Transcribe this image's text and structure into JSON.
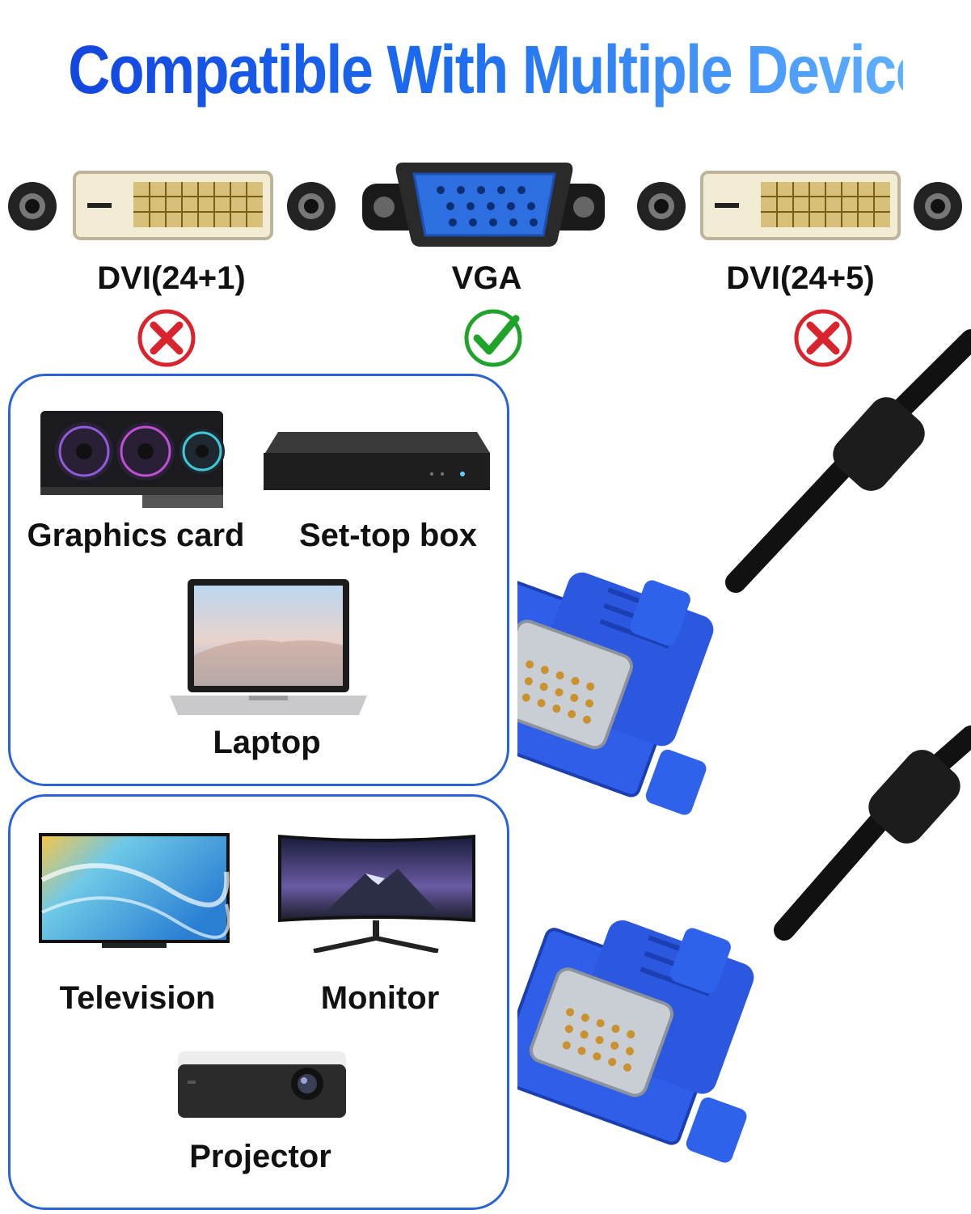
{
  "headline": "Compatible With Multiple Devices",
  "connectors": [
    {
      "label": "DVI(24+1)",
      "status": "not-compatible",
      "status_icon": "red-x-icon"
    },
    {
      "label": "VGA",
      "status": "compatible",
      "status_icon": "green-check-icon"
    },
    {
      "label": "DVI(24+5)",
      "status": "not-compatible",
      "status_icon": "red-x-icon"
    }
  ],
  "source_devices": {
    "items": [
      {
        "label": "Graphics card",
        "icon": "graphics-card-icon"
      },
      {
        "label": "Set-top box",
        "icon": "set-top-box-icon"
      },
      {
        "label": "Laptop",
        "icon": "laptop-icon"
      }
    ]
  },
  "display_devices": {
    "items": [
      {
        "label": "Television",
        "icon": "television-icon"
      },
      {
        "label": "Monitor",
        "icon": "monitor-icon"
      },
      {
        "label": "Projector",
        "icon": "projector-icon"
      }
    ]
  },
  "colors": {
    "headline_start": "#1346e0",
    "headline_end": "#5fb0ff",
    "panel_border": "#2a63d6",
    "vga_blue": "#2563e6",
    "check_green": "#1fa32a",
    "cross_red": "#d9232d"
  }
}
